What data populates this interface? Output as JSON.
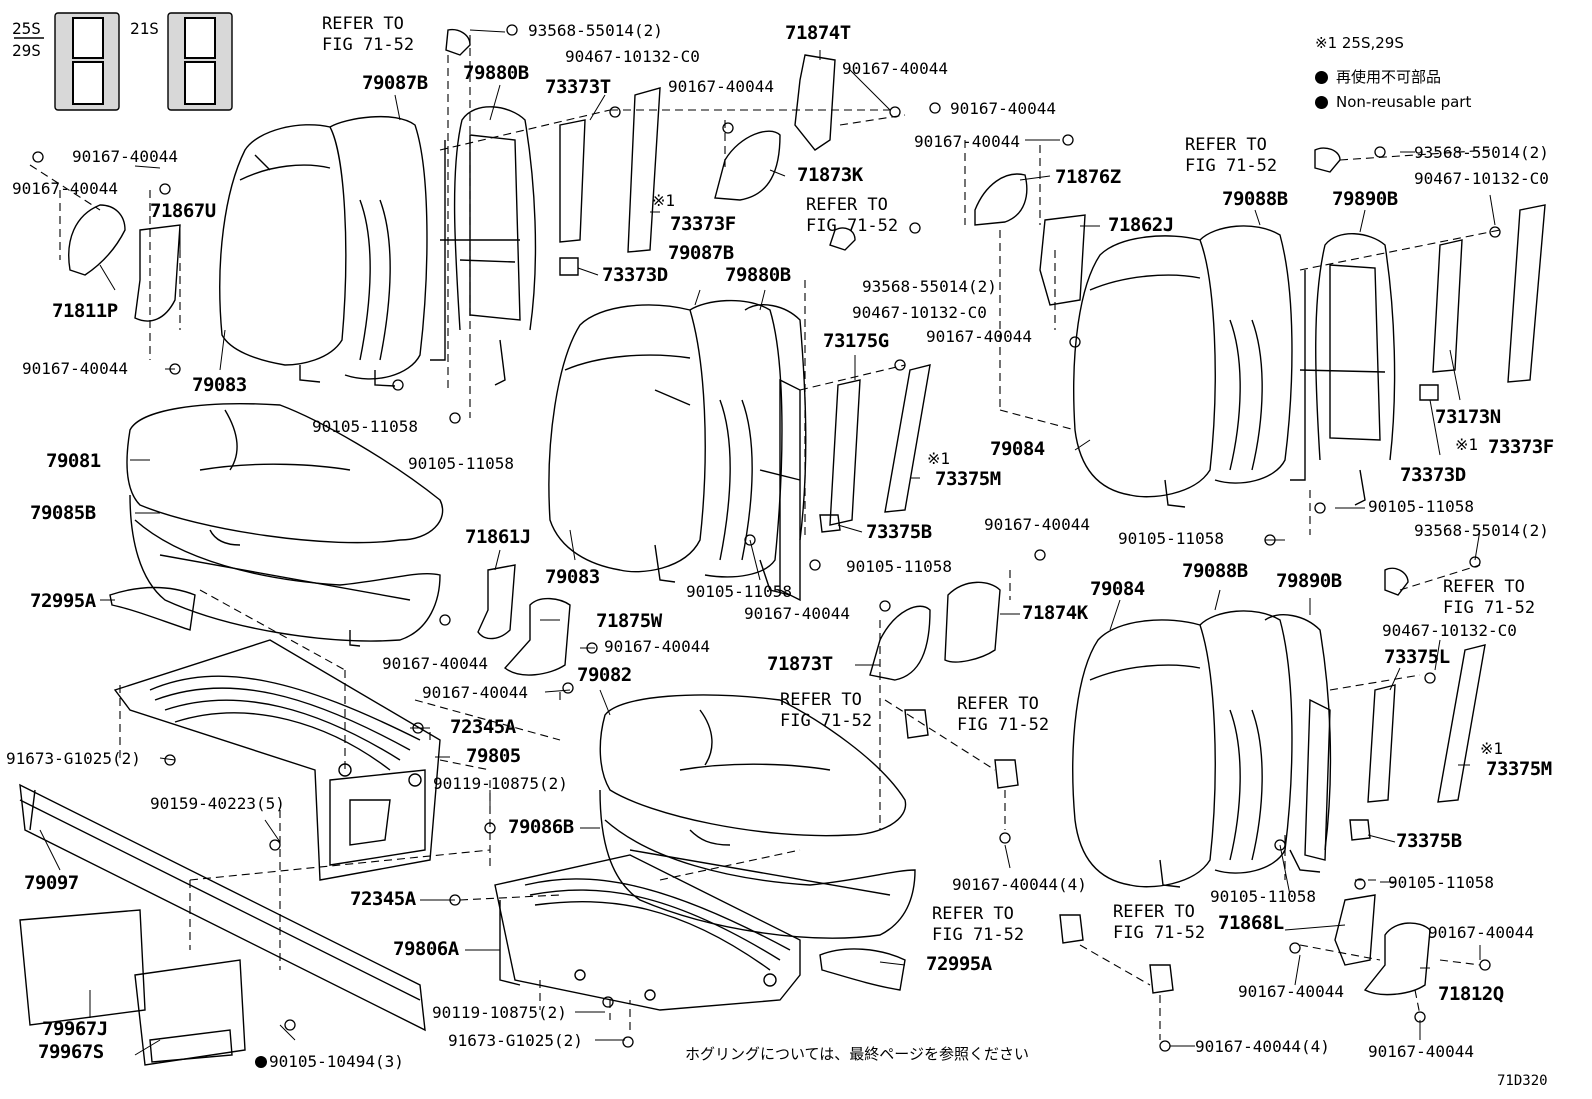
{
  "variants": {
    "left_a": "25S",
    "left_b": "29S",
    "right": "21S"
  },
  "legend": {
    "note": "※1 25S,29S",
    "jp": "再使用不可部品",
    "en": "Non-reusable part"
  },
  "refer_to": "REFER TO",
  "fig_ref": "FIG 71-52",
  "mark": "※1",
  "footer_jp": "ホグリングについては、最終ページを参照ください",
  "code": "71D320",
  "parts": {
    "p79087B": "79087B",
    "p79880B": "79880B",
    "p93568_a": "93568-55014(2)",
    "p90467_a": "90467-10132-C0",
    "p73373T": "73373T",
    "p90167_a": "90167-40044",
    "p71874T": "71874T",
    "p90167_b": "90167-40044",
    "p90167_c": "90167-40044",
    "p90167_d": "90167-40044",
    "p90167_e": "90167-40044",
    "p90167_f": "90167-40044",
    "p71867U": "71867U",
    "p71873K": "71873K",
    "p73373F": "73373F",
    "p71876Z": "71876Z",
    "p71811P": "71811P",
    "p73373D_a": "73373D",
    "p79087B_b": "79087B",
    "p79880B_b": "79880B",
    "p93568_b": "93568-55014(2)",
    "p90467_b": "90467-10132-C0",
    "p71862J": "71862J",
    "p90167_g": "90167-40044",
    "p73175G": "73175G",
    "p90167_h": "90167-40044",
    "p79083_a": "79083",
    "p90105_a": "90105-11058",
    "p90105_b": "90105-11058",
    "p79081": "79081",
    "p79085B": "79085B",
    "p73375M_a": "73375M",
    "p73375B_a": "73375B",
    "p79083_b": "79083",
    "p90105_c": "90105-11058",
    "p90105_d": "90105-11058",
    "p72995A_a": "72995A",
    "p71861J": "71861J",
    "p71875W": "71875W",
    "p90167_i": "90167-40044",
    "p90167_j": "90167-40044",
    "p90167_k": "90167-40044",
    "p79082": "79082",
    "p90167_l": "90167-40044",
    "p71874K": "71874K",
    "p71873T": "71873T",
    "p72345A_a": "72345A",
    "p79805": "79805",
    "p91673_a": "91673-G1025(2)",
    "p90119_a": "90119-10875(2)",
    "p90159": "90159-40223(5)",
    "p79086B": "79086B",
    "p79097": "79097",
    "p72345A_b": "72345A",
    "p79806A": "79806A",
    "p72995A_b": "72995A",
    "p79967J": "79967J",
    "p79967S": "79967S",
    "p90105_e": "90105-10494(3)",
    "p90119_b": "90119-10875(2)",
    "p91673_b": "91673-G1025(2)",
    "p90167_m": "90167-40044(4)",
    "p90167_n": "90167-40044(4)",
    "p79088B_a": "79088B",
    "p79890B_a": "79890B",
    "p93568_c": "93568-55014(2)",
    "p90467_c": "90467-10132-C0",
    "p79084_a": "79084",
    "p73173N": "73173N",
    "p73373F_b": "73373F",
    "p73373D_b": "73373D",
    "p90105_f": "90105-11058",
    "p90105_g": "90105-11058",
    "p93568_d": "93568-55014(2)",
    "p79084_b": "79084",
    "p79088B_b": "79088B",
    "p79890B_b": "79890B",
    "p90467_d": "90467-10132-C0",
    "p73375L": "73375L",
    "p73375M_b": "73375M",
    "p73375B_b": "73375B",
    "p90105_h": "90105-11058",
    "p90105_i": "90105-11058",
    "p71868L": "71868L",
    "p90167_o": "90167-40044",
    "p90167_p": "90167-40044",
    "p71812Q": "71812Q",
    "p90167_q": "90167-40044"
  }
}
